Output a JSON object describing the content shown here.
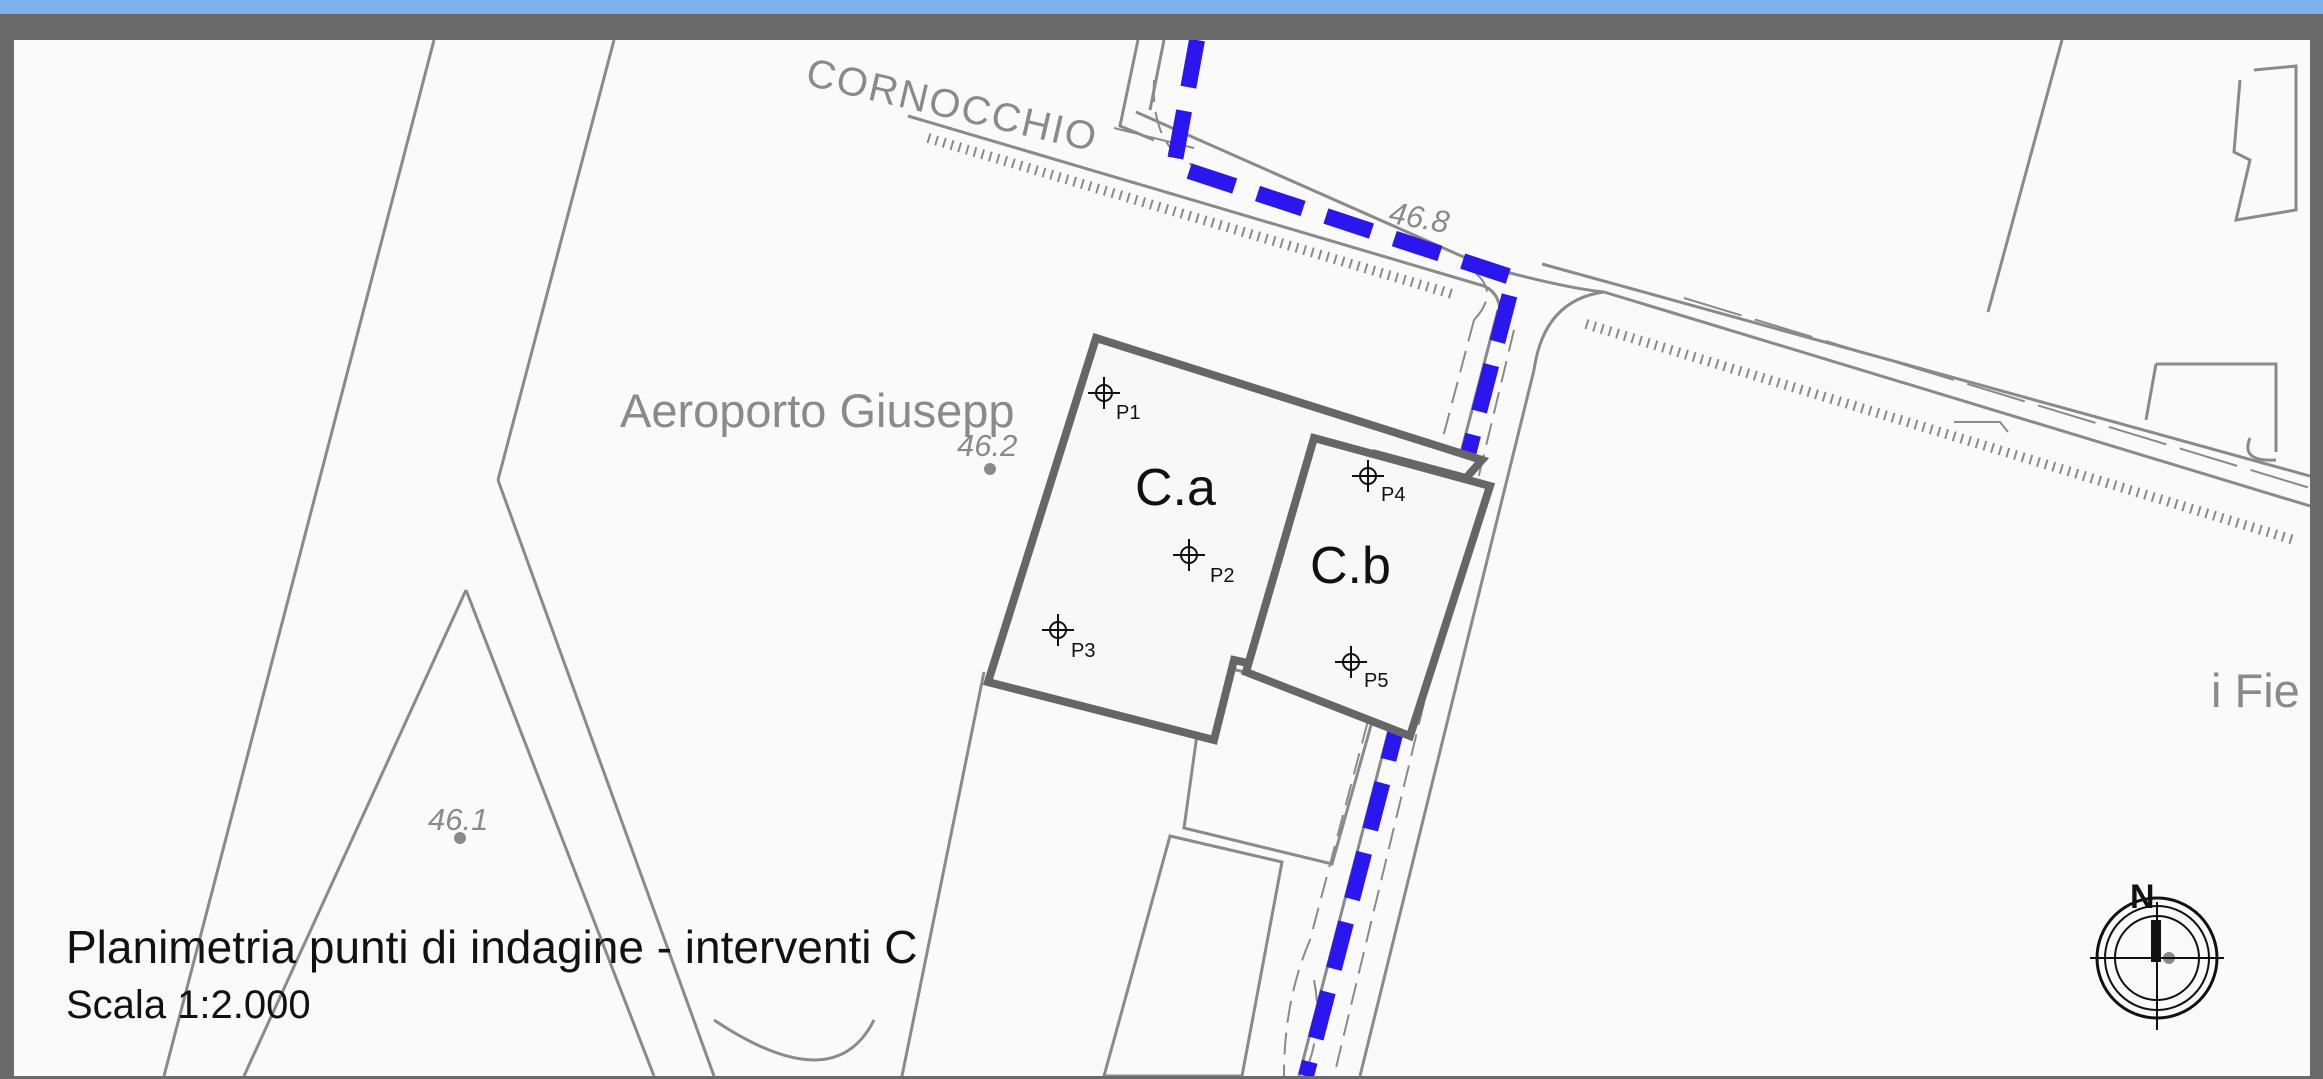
{
  "map": {
    "title": "Planimetria punti di indagine - interventi C",
    "scale": "Scala 1:2.000",
    "street_label": "CORNOCCHIO",
    "place_label": "Aeroporto Giusepp",
    "place_label_2": "i Fie",
    "elevations": [
      "46.8",
      "46.2",
      "46.1"
    ],
    "areas": [
      "C.a",
      "C.b"
    ],
    "points": [
      "P1",
      "P2",
      "P3",
      "P4",
      "P5"
    ],
    "north_label": "N",
    "colors": {
      "frame_outer": "#7db2ef",
      "frame_border": "#6a6a6a",
      "background": "#fafafa",
      "line": "#8a8a8a",
      "area_outline": "#666666",
      "boundary_dashed": "#2a17f0"
    }
  }
}
